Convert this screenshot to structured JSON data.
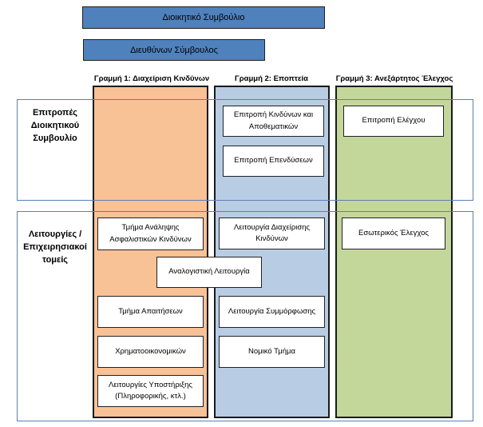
{
  "top": {
    "board": "Διοικητικό Συμβούλιο",
    "ceo": "Διευθύνων Σύμβουλος"
  },
  "lines": {
    "line1": "Γραμμή 1: Διαχείριση Κινδύνων",
    "line2": "Γραμμή 2: Εποπτεία",
    "line3": "Γραμμή 3: Ανεξάρτητος Έλεγχος"
  },
  "rows": {
    "committees": "Επιτροπές Διοικητικού Συμβουλίο",
    "functions": "Λειτουργίες / Επιχειρησιακοί τομείς"
  },
  "boxes": {
    "risk_reserves_committee": "Επιτροπή Κινδύνων και Αποθεματικών",
    "investment_committee": "Επιτροπή Επενδύσεων",
    "audit_committee": "Επιτροπή Ελέγχου",
    "underwriting_dept": "Τμήμα Ανάληψης Ασφαλιστικών Κινδύνων",
    "actuarial_function": "Αναλογιστική Λειτουργία",
    "claims_dept": "Τμήμα Απαιτήσεων",
    "finance": "Χρηματοοικονομικών",
    "support_functions": "Λειτουργίες Υποστήριξης (Πληροφορικής, κτλ.)",
    "risk_management_function": "Λειτουργία Διαχείρισης Κινδύνων",
    "compliance_function": "Λειτουργία Συμμόρφωσης",
    "legal_dept": "Νομικό Τμήμα",
    "internal_audit": "Εσωτερικός Έλεγχος"
  },
  "colors": {
    "top_box": "#4f81bd",
    "line1_fill": "#f9c196",
    "line2_fill": "#b8cce4",
    "line3_fill": "#c4d79b",
    "band_border": "#5b7fb5"
  }
}
